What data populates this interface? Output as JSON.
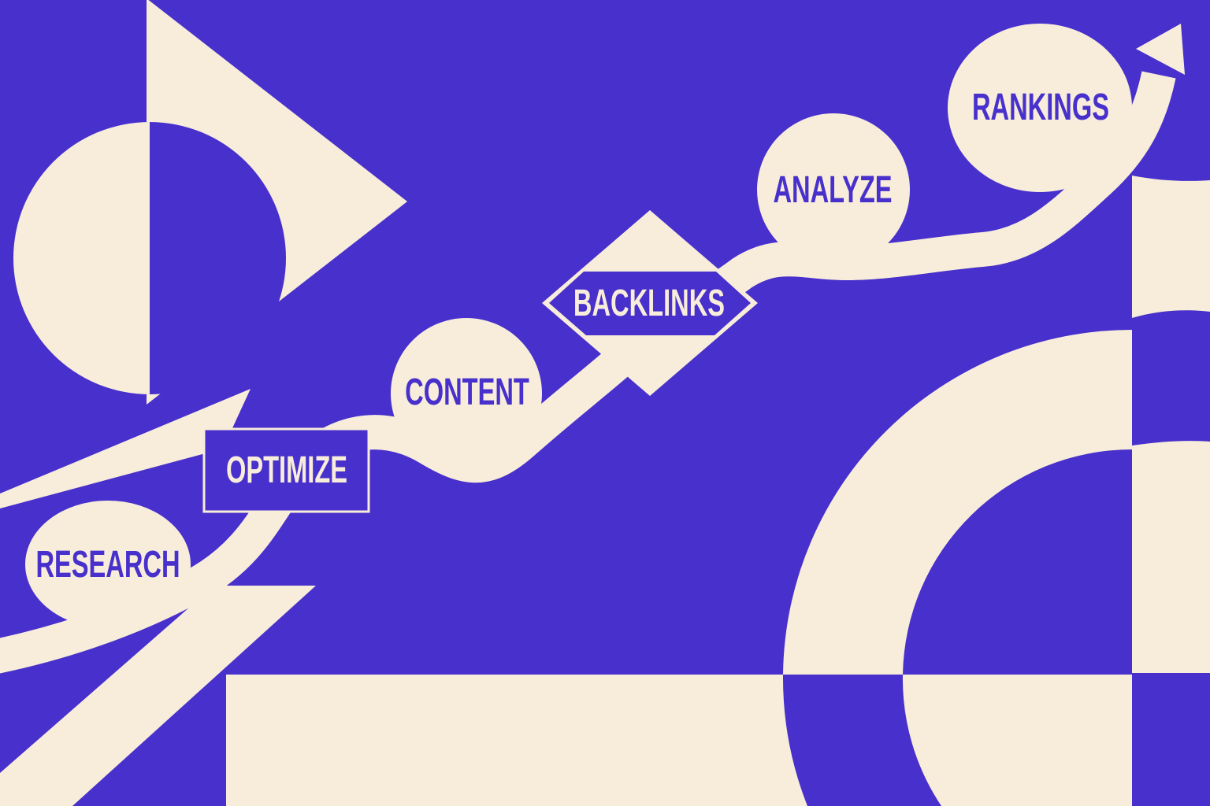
{
  "palette": {
    "blue": "#4730CC",
    "cream": "#F8EDDA"
  },
  "diagram": {
    "type": "process-flow",
    "steps": [
      "RESEARCH",
      "OPTIMIZE",
      "CONTENT",
      "BACKLINKS",
      "ANALYZE",
      "RANKINGS"
    ]
  },
  "nodes": [
    {
      "id": "research",
      "label": "RESEARCH",
      "shape": "ellipse"
    },
    {
      "id": "optimize",
      "label": "OPTIMIZE",
      "shape": "rectangle"
    },
    {
      "id": "content",
      "label": "CONTENT",
      "shape": "circle"
    },
    {
      "id": "backlinks",
      "label": "BACKLINKS",
      "shape": "diamond"
    },
    {
      "id": "analyze",
      "label": "ANALYZE",
      "shape": "circle"
    },
    {
      "id": "rankings",
      "label": "RANKINGS",
      "shape": "circle"
    }
  ],
  "icons": {
    "arrow": "growth-arrow-icon"
  }
}
